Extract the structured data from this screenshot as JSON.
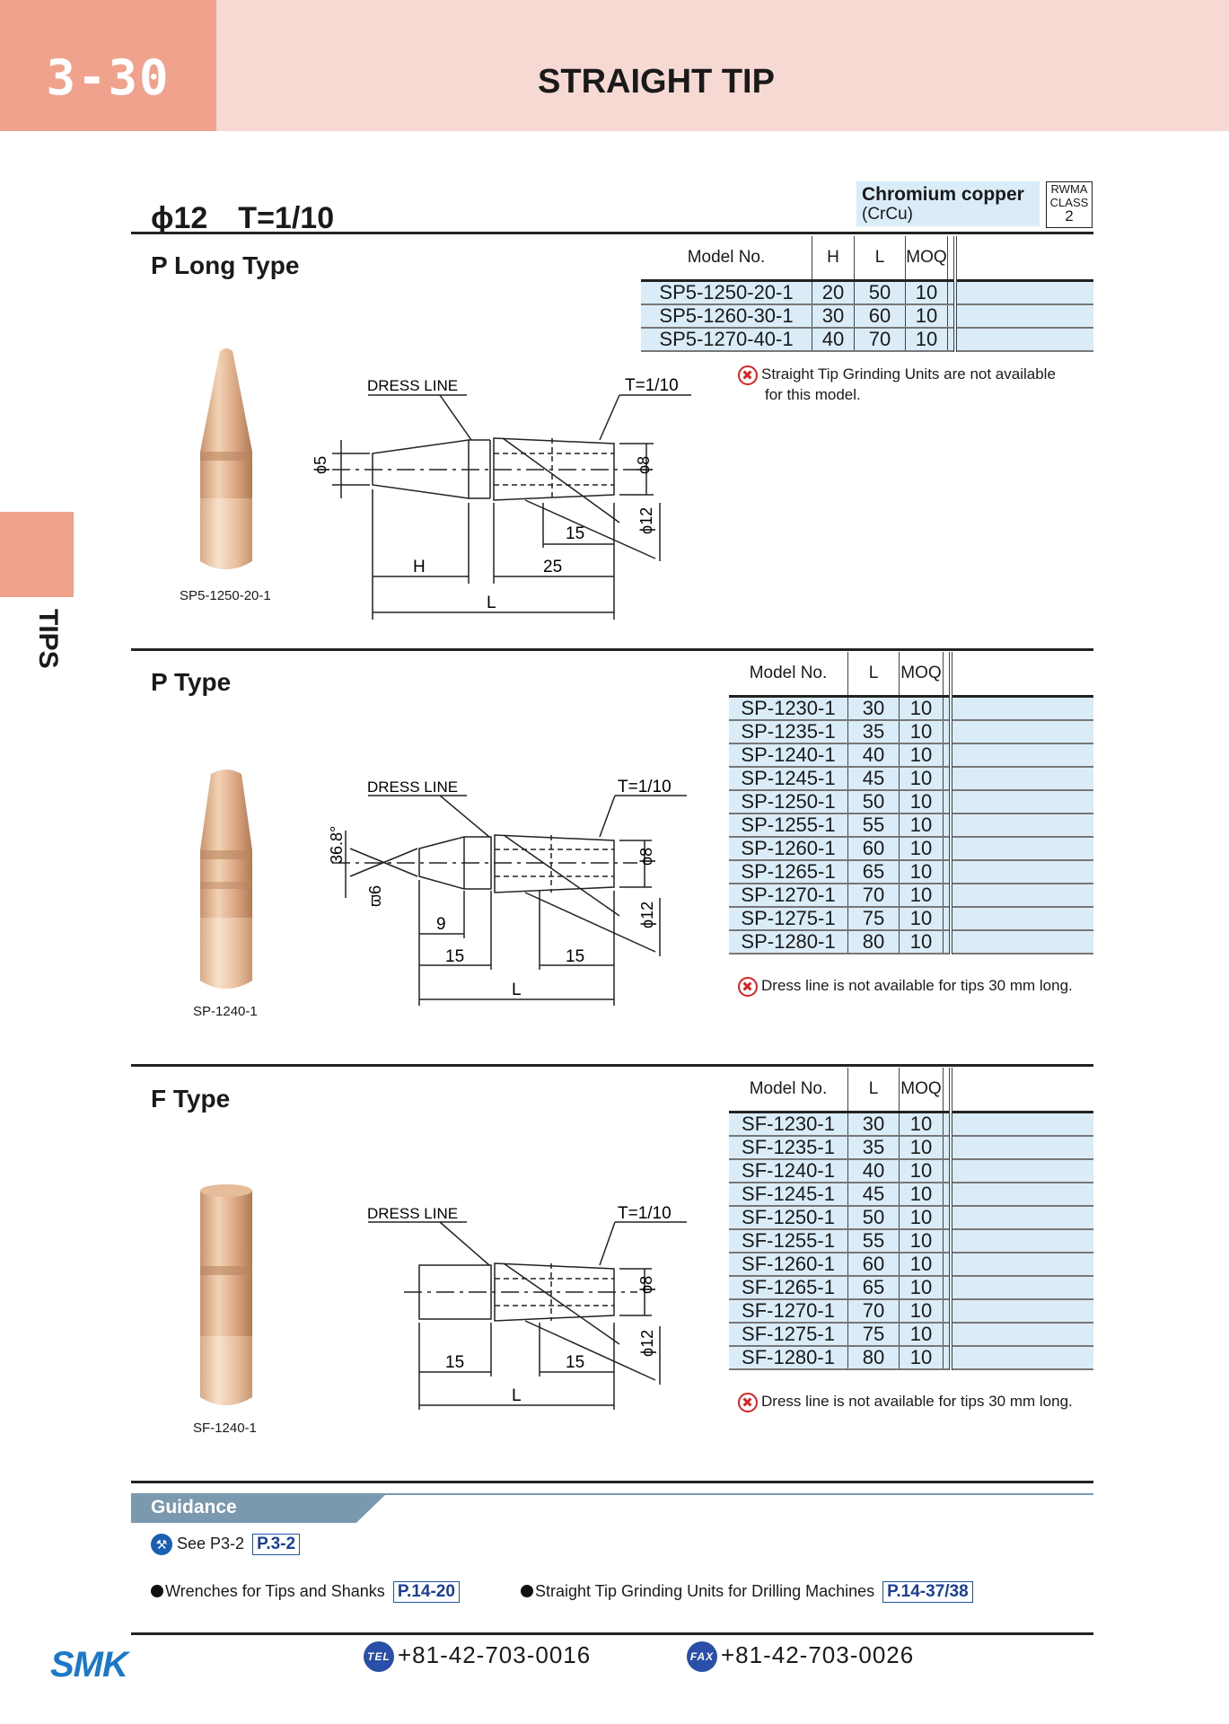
{
  "header": {
    "page_number": "3-30",
    "title": "STRAIGHT TIP"
  },
  "side_tab": "TIPS",
  "spec": {
    "title": "ϕ12　T=1/10",
    "material_name": "Chromium copper",
    "material_sub": "(CrCu)",
    "rwma": [
      "RWMA",
      "CLASS",
      "2"
    ]
  },
  "sections": {
    "p_long": {
      "title": "P Long Type",
      "headers": [
        "Model No.",
        "H",
        "L",
        "MOQ"
      ],
      "rows": [
        [
          "SP5-1250-20-1",
          "20",
          "50",
          "10"
        ],
        [
          "SP5-1260-30-1",
          "30",
          "60",
          "10"
        ],
        [
          "SP5-1270-40-1",
          "40",
          "70",
          "10"
        ]
      ],
      "note_line1": "Straight Tip Grinding Units are not available",
      "note_line2": "for this model.",
      "caption": "SP5-1250-20-1",
      "drawing": {
        "dress_line": "DRESS LINE",
        "taper": "T=1/10",
        "d5": "ϕ5",
        "d8": "ϕ8",
        "d12": "ϕ12",
        "dim15": "15",
        "dimH": "H",
        "dim25": "25",
        "dimL": "L"
      }
    },
    "p": {
      "title": "P Type",
      "headers": [
        "Model No.",
        "L",
        "MOQ"
      ],
      "rows": [
        [
          "SP-1230-1",
          "30",
          "10"
        ],
        [
          "SP-1235-1",
          "35",
          "10"
        ],
        [
          "SP-1240-1",
          "40",
          "10"
        ],
        [
          "SP-1245-1",
          "45",
          "10"
        ],
        [
          "SP-1250-1",
          "50",
          "10"
        ],
        [
          "SP-1255-1",
          "55",
          "10"
        ],
        [
          "SP-1260-1",
          "60",
          "10"
        ],
        [
          "SP-1265-1",
          "65",
          "10"
        ],
        [
          "SP-1270-1",
          "70",
          "10"
        ],
        [
          "SP-1275-1",
          "75",
          "10"
        ],
        [
          "SP-1280-1",
          "80",
          "10"
        ]
      ],
      "note": "Dress line is not available for tips 30 mm long.",
      "caption": "SP-1240-1",
      "drawing": {
        "dress_line": "DRESS LINE",
        "taper": "T=1/10",
        "angle": "36.8°",
        "d6": "ϖ6",
        "d8": "ϕ8",
        "d12": "ϕ12",
        "dim9": "9",
        "dim15a": "15",
        "dim15b": "15",
        "dimL": "L"
      }
    },
    "f": {
      "title": "F Type",
      "headers": [
        "Model No.",
        "L",
        "MOQ"
      ],
      "rows": [
        [
          "SF-1230-1",
          "30",
          "10"
        ],
        [
          "SF-1235-1",
          "35",
          "10"
        ],
        [
          "SF-1240-1",
          "40",
          "10"
        ],
        [
          "SF-1245-1",
          "45",
          "10"
        ],
        [
          "SF-1250-1",
          "50",
          "10"
        ],
        [
          "SF-1255-1",
          "55",
          "10"
        ],
        [
          "SF-1260-1",
          "60",
          "10"
        ],
        [
          "SF-1265-1",
          "65",
          "10"
        ],
        [
          "SF-1270-1",
          "70",
          "10"
        ],
        [
          "SF-1275-1",
          "75",
          "10"
        ],
        [
          "SF-1280-1",
          "80",
          "10"
        ]
      ],
      "note": "Dress line is not available for tips 30 mm long.",
      "caption": "SF-1240-1",
      "drawing": {
        "dress_line": "DRESS LINE",
        "taper": "T=1/10",
        "d8": "ϕ8",
        "d12": "ϕ12",
        "dim15a": "15",
        "dim15b": "15",
        "dimL": "L"
      }
    }
  },
  "guidance": {
    "label": "Guidance",
    "see_text": "See P3-2",
    "see_ref": "P.3-2",
    "wrench_text": "Wrenches for Tips and Shanks",
    "wrench_ref": "P.14-20",
    "grind_text": "Straight Tip Grinding Units for Drilling Machines",
    "grind_ref": "P.14-37/38"
  },
  "footer": {
    "logo": "SMK",
    "tel_label": "TEL",
    "tel": "+81-42-703-0016",
    "fax_label": "FAX",
    "fax": "+81-42-703-0026"
  },
  "colors": {
    "salmon": "#f0a28c",
    "pink": "#f7d9d4",
    "row_blue": "#d9ecf7",
    "guidance": "#7a98ae",
    "ref_blue": "#1b3f95"
  }
}
